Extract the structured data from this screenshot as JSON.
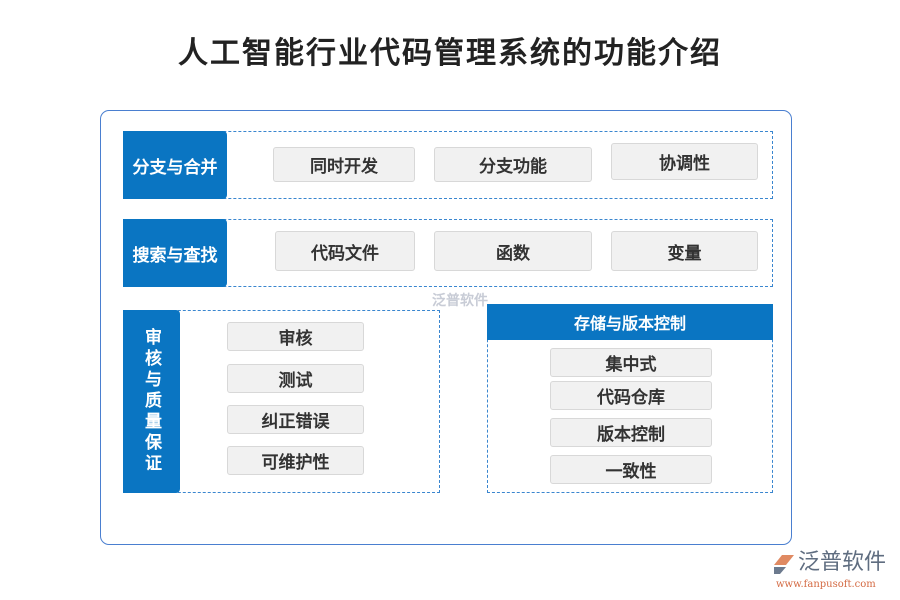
{
  "title": "人工智能行业代码管理系统的功能介绍",
  "sections": [
    {
      "label": "分支与合并",
      "items": [
        "同时开发",
        "分支功能",
        "协调性"
      ]
    },
    {
      "label": "搜索与查找",
      "items": [
        "代码文件",
        "函数",
        "变量"
      ]
    },
    {
      "label": "审核与质量保证",
      "items": [
        "审核",
        "测试",
        "纠正错误",
        "可维护性"
      ]
    },
    {
      "label": "存储与版本控制",
      "items": [
        "集中式",
        "代码仓库",
        "版本控制",
        "一致性"
      ]
    }
  ],
  "watermark": "泛普软件",
  "logo": {
    "name": "泛普软件",
    "url": "www.fanpusoft.com"
  },
  "colors": {
    "accent": "#0a75c2",
    "border": "#4a7fd0"
  }
}
